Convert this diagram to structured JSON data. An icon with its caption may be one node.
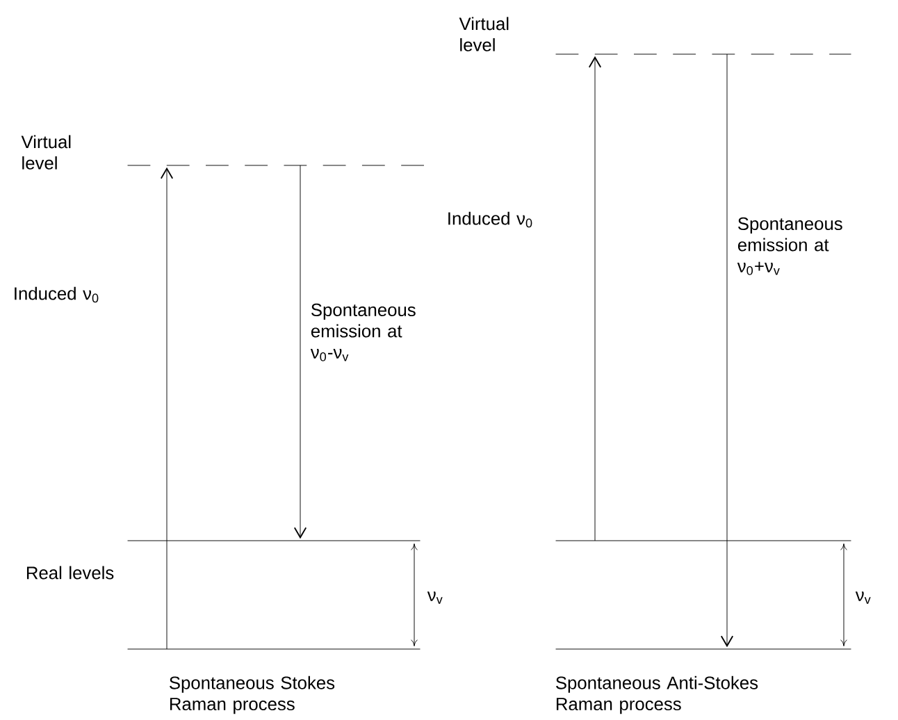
{
  "diagram": {
    "nodes": [
      {
        "text": [
          "Virtual level"
        ]
      },
      {
        "text": [],
        "shape": "bar",
        "beside": [
          "Real levels"
        ]
      },
      {
        "text": [],
        "shape": "bar",
        "beside": [
          "Spontaneous Stokes Raman process"
        ]
      },
      {
        "text": [
          "Virtual level"
        ]
      },
      {
        "text": [],
        "shape": "bar"
      },
      {
        "text": [],
        "shape": "bar",
        "beside": [
          "Spontaneous Anti-Stokes Raman process"
        ]
      }
    ],
    "edges": [
      {
        "from": 2,
        "to": 0,
        "arrow": "to",
        "label": "Induced ν$_{0}$"
      },
      {
        "from": 0,
        "to": 1,
        "arrow": "to",
        "label": "Spontaneous emission at ν$_{0}$-ν$_{v}$"
      },
      {
        "from": 4,
        "to": 3,
        "arrow": "to",
        "label": "Induced ν$_{0}$"
      },
      {
        "from": 3,
        "to": 5,
        "arrow": "to",
        "label": "Spontaneous emission at ν$_{0}$+ν$_{v}$"
      }
    ],
    "labels": [
      "ν$_{v}$",
      "ν$_{v}$"
    ]
  }
}
